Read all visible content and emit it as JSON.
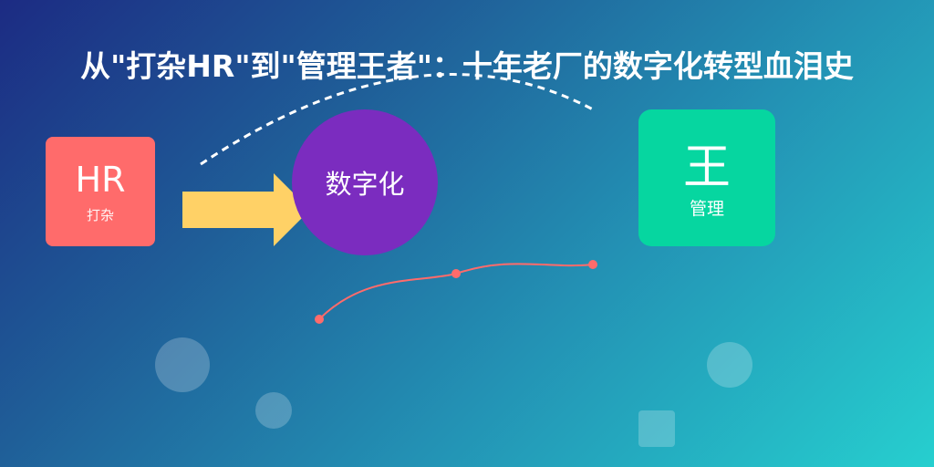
{
  "title": "从\"打杂HR\"到\"管理王者\"：十年老厂的数字化转型血泪史",
  "hr_box": {
    "main": "HR",
    "sub": "打杂"
  },
  "center_circle": {
    "label": "数字化"
  },
  "king_box": {
    "main": "王",
    "sub": "管理"
  },
  "colors": {
    "hr_box": "#ff6b6b",
    "arrow": "#ffd166",
    "circle": "#7b2cbf",
    "king_box": "#06d6a0",
    "growth_line": "#ff6b6b",
    "dashed_arc": "#ffffff"
  }
}
